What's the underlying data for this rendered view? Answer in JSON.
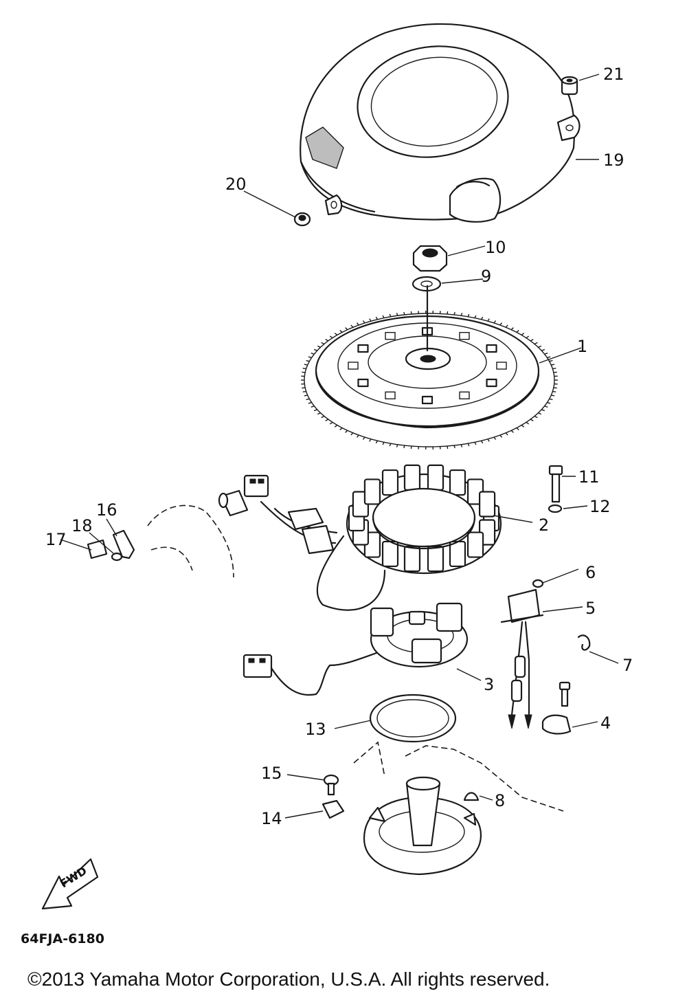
{
  "labels": {
    "p1": "1",
    "p2": "2",
    "p3": "3",
    "p4": "4",
    "p5": "5",
    "p6": "6",
    "p7": "7",
    "p8": "8",
    "p9": "9",
    "p10": "10",
    "p11": "11",
    "p12": "12",
    "p13": "13",
    "p14": "14",
    "p15": "15",
    "p16": "16",
    "p17": "17",
    "p18": "18",
    "p19": "19",
    "p20": "20",
    "p21": "21"
  },
  "fwd_label": "FWD",
  "diagram_code": "64FJA-6180",
  "copyright": "©2013 Yamaha Motor Corporation, U.S.A. All rights reserved."
}
